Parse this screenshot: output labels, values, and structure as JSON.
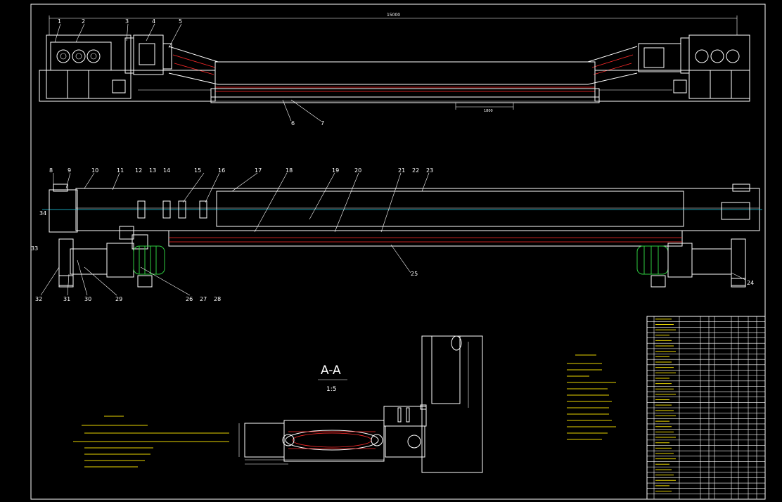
{
  "drawing": {
    "overall_dim": "15000",
    "sub_dim": "1800",
    "section_title": "A-A",
    "section_scale": "1:5"
  },
  "top_view_numbers": [
    "1",
    "2",
    "3",
    "4",
    "5",
    "6",
    "7"
  ],
  "front_view_numbers_top": [
    "8",
    "9",
    "10",
    "11",
    "12",
    "13",
    "14",
    "15",
    "16",
    "17",
    "18",
    "19",
    "20",
    "21",
    "22",
    "23"
  ],
  "front_view_numbers_bottom": [
    "32",
    "31",
    "30",
    "29",
    "26",
    "27",
    "28",
    "25",
    "24"
  ],
  "front_view_numbers_left": [
    "34",
    "33"
  ],
  "colors": {
    "background": "#000000",
    "outline": "#ffffff",
    "annotation": "#e8d400",
    "hidden": "#ff2a2a",
    "motor": "#2ecc40",
    "center": "#22d3ee"
  }
}
